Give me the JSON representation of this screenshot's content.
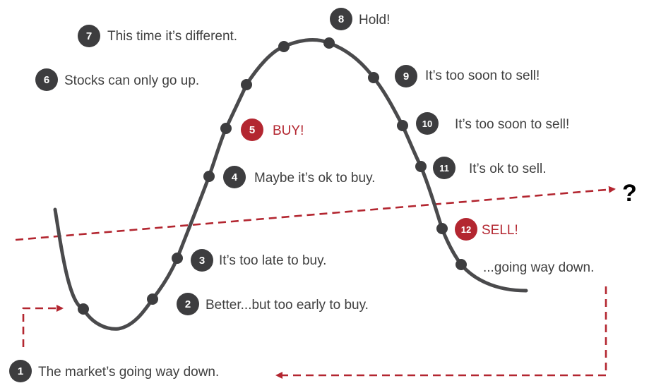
{
  "colors": {
    "curve": "#4a4a4c",
    "badge_dark": "#3d3d3f",
    "accent_red": "#b32630",
    "text": "#3f3f3f"
  },
  "end_marker": "?",
  "steps": [
    {
      "number": "1",
      "label": "The market’s going way down.",
      "emphasis": false
    },
    {
      "number": "2",
      "label": "Better...but too early to buy.",
      "emphasis": false
    },
    {
      "number": "3",
      "label": "It’s too late to buy.",
      "emphasis": false
    },
    {
      "number": "4",
      "label": "Maybe it’s ok to buy.",
      "emphasis": false
    },
    {
      "number": "5",
      "label": "BUY!",
      "emphasis": true
    },
    {
      "number": "6",
      "label": "Stocks can only go up.",
      "emphasis": false
    },
    {
      "number": "7",
      "label": "This time it’s different.",
      "emphasis": false
    },
    {
      "number": "8",
      "label": "Hold!",
      "emphasis": false
    },
    {
      "number": "9",
      "label": "It’s too soon to sell!",
      "emphasis": false
    },
    {
      "number": "10",
      "label": "It’s too soon to sell!",
      "emphasis": false
    },
    {
      "number": "11",
      "label": "It’s ok to sell.",
      "emphasis": false
    },
    {
      "number": "12",
      "label": "SELL!",
      "emphasis": true
    },
    {
      "number": "",
      "label": "...going way down.",
      "emphasis": false
    }
  ]
}
